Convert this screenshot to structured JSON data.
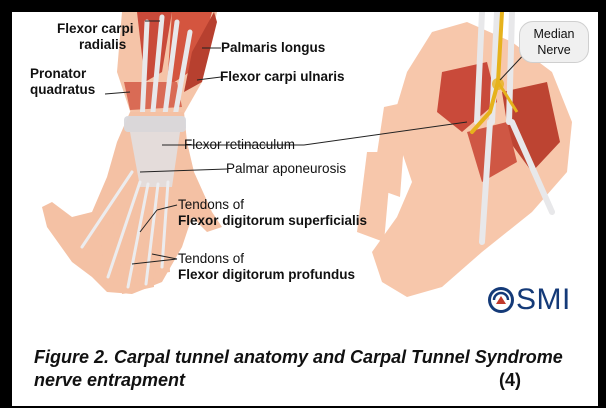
{
  "labels": {
    "flexor_carpi_radialis": [
      "Flexor carpi",
      "radialis"
    ],
    "palmaris_longus": "Palmaris longus",
    "pronator_quadratus": [
      "Pronator",
      "quadratus"
    ],
    "flexor_carpi_ulnaris": "Flexor carpi ulnaris",
    "flexor_retinaculum": "Flexor retinaculum",
    "palmar_aponeurosis": "Palmar aponeurosis",
    "tendons_superficialis": [
      "Tendons of",
      "Flexor digitorum superficialis"
    ],
    "tendons_profundus": [
      "Tendons of",
      "Flexor digitorum profundus"
    ],
    "median_nerve": [
      "Median",
      "Nerve"
    ]
  },
  "logo": {
    "text": "SMI",
    "icon": "smi-globe-icon"
  },
  "caption": {
    "text": "Figure 2. Carpal tunnel anatomy and Carpal Tunnel Syndrome nerve entrapment",
    "reference": "(4)"
  },
  "colors": {
    "frame": "#000000",
    "skin": "#f5c4a8",
    "muscle": "#c94a3a",
    "tendon": "#e8e8ea",
    "nerve": "#e6b21c",
    "logo": "#143a78"
  }
}
